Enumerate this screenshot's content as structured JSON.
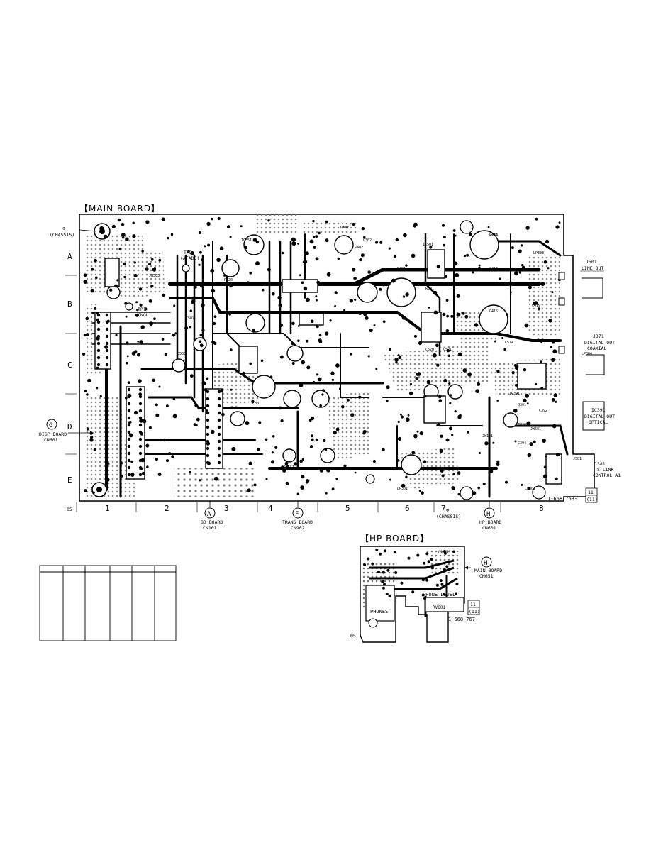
{
  "main_board": {
    "title": "【MAIN BOARD】",
    "rows": [
      "A",
      "B",
      "C",
      "D",
      "E"
    ],
    "columns": [
      "1",
      "2",
      "3",
      "4",
      "5",
      "6",
      "7",
      "8"
    ],
    "part_number": "1-668-763-",
    "revision_top": "11",
    "revision_bottom": "(11)",
    "corner_code": "05",
    "chassis_top_line1": "⊕",
    "chassis_top_line2": "(CHASSIS)",
    "chassis_bottom_line1": "⊕",
    "chassis_bottom_line2": "(CHASSIS)",
    "tp2_line1": "TP2",
    "tp2_line2": "(AFADJ)",
    "tp1_line1": "TP1",
    "tp1_line2": "(NGL)",
    "left_connector": {
      "letter": "G",
      "line1": "DISP BOARD",
      "line2": "CN601"
    },
    "bottom_connectors": [
      {
        "letter": "A",
        "line1": "BD BOARD",
        "line2": "CN101"
      },
      {
        "letter": "F",
        "line1": "TRANS BOARD",
        "line2": "CN902"
      },
      {
        "letter": "H",
        "line1": "HP BOARD",
        "line2": "CN601"
      }
    ],
    "right_jacks": [
      {
        "line1": "J501",
        "line2": "LINE OUT"
      },
      {
        "line1": "J371",
        "line2": "DIGITAL OUT",
        "line3": "COAXIAL"
      },
      {
        "line1": "IC391",
        "line2": "DIGITAL OUT",
        "line3": "OPTICAL"
      },
      {
        "line1": "J381",
        "line2": "S-LINK",
        "line3": "CONTROL A1"
      }
    ],
    "component_labels": [
      "C402",
      "C413",
      "C415",
      "C414",
      "C419",
      "C514",
      "C520",
      "C521",
      "C507",
      "C505",
      "C301",
      "C392",
      "C394",
      "IC501",
      "IC551",
      "IC391",
      "Q301",
      "Q302",
      "R402",
      "R401",
      "R501",
      "R520",
      "JW101",
      "JW301",
      "JW501",
      "JW503",
      "JW551",
      "LP301",
      "LP302",
      "LP303",
      "LP304",
      "J501",
      "J371",
      "J381"
    ]
  },
  "hp_board": {
    "title": "【HP BOARD】",
    "connector": {
      "letter": "H",
      "line1": "MAIN BOARD",
      "line2": "CN651"
    },
    "part_number": "1-668-767-",
    "revision_top": "11",
    "revision_bottom": "(11)",
    "corner_code": "05",
    "labels": {
      "phones": "PHONES",
      "phone_level": "PHONE LEVEL",
      "rv601": "RV601",
      "cn651": "CN651"
    }
  },
  "table": {
    "columns": [
      "",
      "",
      "",
      "",
      "",
      ""
    ]
  }
}
